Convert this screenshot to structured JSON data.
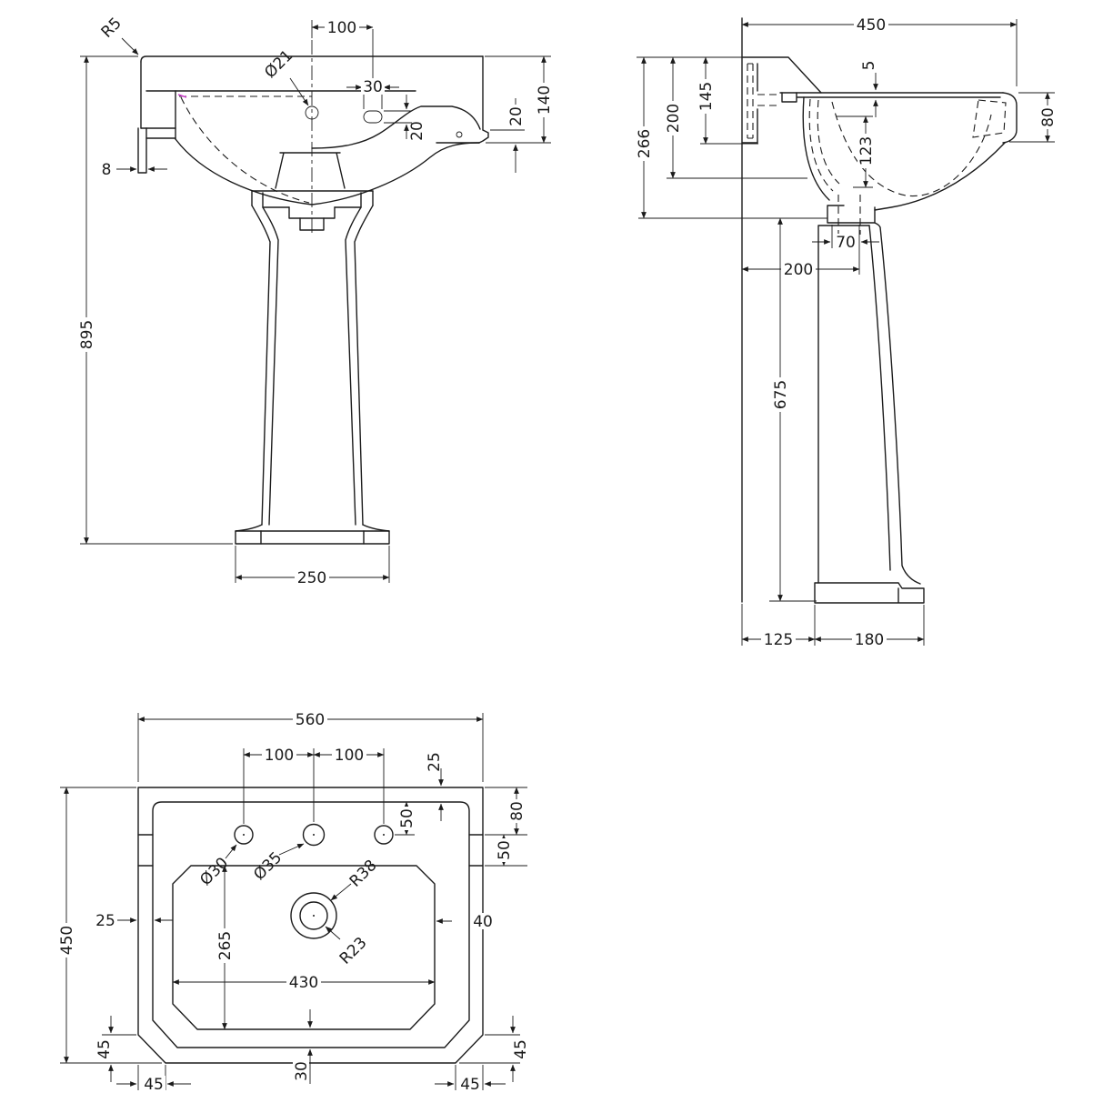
{
  "colors": {
    "background": "#ffffff",
    "line": "#1b1b1b",
    "highlight": "#cc3fcc"
  },
  "front": {
    "corner_radius": "R5",
    "tap_offset": "100",
    "overflow_dia": "Ø21",
    "slot_width": "30",
    "slot_height": "20",
    "rim_height": "140",
    "edge_step": "20",
    "bracket_thickness": "8",
    "total_height": "895",
    "base_width": "250"
  },
  "side": {
    "depth": "450",
    "rim_rise": "5",
    "flange_height": "145",
    "back_mid_height": "200",
    "back_height": "266",
    "bowl_depth": "123",
    "rim_edge_height": "80",
    "trap_width": "70",
    "basin_projection": "200",
    "underside_height": "675",
    "pedestal_setback": "125",
    "base_depth": "180"
  },
  "plan": {
    "width": "560",
    "tap_spacing_left": "100",
    "tap_spacing_right": "100",
    "rim_inset_top": "25",
    "edge_band": "80",
    "tap_inset": "50",
    "shelf_depth": "50",
    "tap_hole_dia": "Ø30",
    "mixer_hole_dia": "Ø35",
    "bowl_corner_radius": "R38",
    "waste_radius": "R23",
    "rim_inset_left": "25",
    "bowl_front_gap": "40",
    "depth": "450",
    "bowl_length": "265",
    "bowl_width": "430",
    "chamfer_left_v": "45",
    "chamfer_right_v": "45",
    "chamfer_left_b": "45",
    "chamfer_right_b": "45",
    "rim_front_gap": "30"
  }
}
